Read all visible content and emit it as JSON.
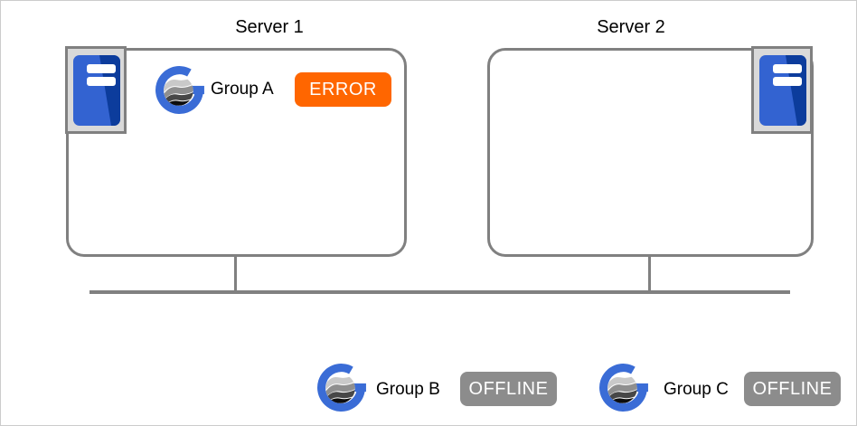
{
  "diagram": {
    "servers": [
      {
        "label": "Server 1",
        "groups": [
          {
            "name": "Group A",
            "status": "ERROR",
            "status_color": "#ff6600"
          }
        ]
      },
      {
        "label": "Server 2",
        "groups": []
      }
    ],
    "standalone_groups": [
      {
        "name": "Group B",
        "status": "OFFLINE",
        "status_color": "#8c8c8c"
      },
      {
        "name": "Group C",
        "status": "OFFLINE",
        "status_color": "#8c8c8c"
      }
    ],
    "icons": {
      "server": "server-icon",
      "group": "group-globe-icon"
    },
    "colors": {
      "box_border": "#808080",
      "connector_line": "#808080",
      "error_badge": "#ff6600",
      "offline_badge": "#8c8c8c",
      "server_icon_blue_light": "#3363d1",
      "server_icon_blue_dark": "#0c3c9c",
      "server_icon_frame": "#d9d9d9",
      "group_ring_blue": "#3a6cd6",
      "canvas_border": "#cccccc"
    }
  }
}
